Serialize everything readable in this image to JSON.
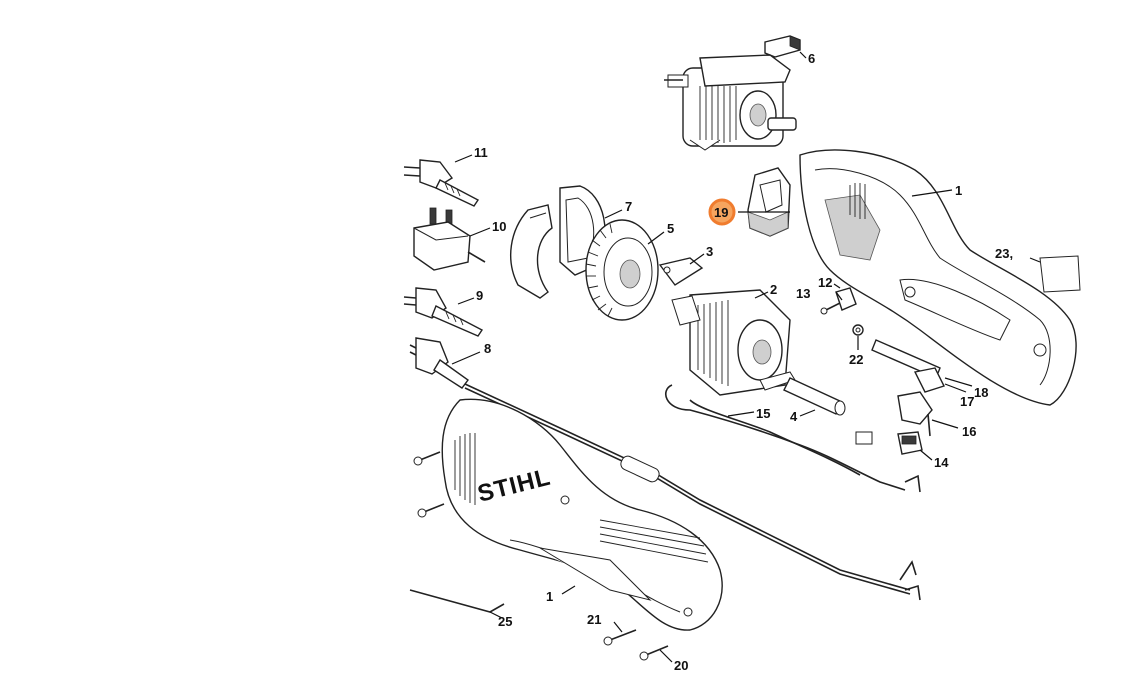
{
  "diagram": {
    "brand_text": "STIHL",
    "highlight_color": "#f07c2e",
    "highlighted_part": "19",
    "parts": [
      {
        "id": "p1a",
        "label": "1",
        "name": "housing-right"
      },
      {
        "id": "p1b",
        "label": "1",
        "name": "housing-left"
      },
      {
        "id": "p2",
        "label": "2",
        "name": "motor-assembly"
      },
      {
        "id": "p3",
        "label": "3",
        "name": "brush-holder-clip"
      },
      {
        "id": "p4",
        "label": "4",
        "name": "armature-sleeve"
      },
      {
        "id": "p5",
        "label": "5",
        "name": "fan-wheel"
      },
      {
        "id": "p6",
        "label": "6",
        "name": "carbon-brush"
      },
      {
        "id": "p7",
        "label": "7",
        "name": "air-guide-plate"
      },
      {
        "id": "p8",
        "label": "8",
        "name": "power-cord-eu"
      },
      {
        "id": "p9",
        "label": "9",
        "name": "plug-eu"
      },
      {
        "id": "p10",
        "label": "10",
        "name": "plug-uk"
      },
      {
        "id": "p11",
        "label": "11",
        "name": "plug-us"
      },
      {
        "id": "p12",
        "label": "12",
        "name": "clamp"
      },
      {
        "id": "p13",
        "label": "13",
        "name": "screw-small"
      },
      {
        "id": "p14",
        "label": "14",
        "name": "rocker-switch"
      },
      {
        "id": "p15",
        "label": "15",
        "name": "wiring-harness"
      },
      {
        "id": "p16",
        "label": "16",
        "name": "trigger-switch"
      },
      {
        "id": "p17",
        "label": "17",
        "name": "lever"
      },
      {
        "id": "p18",
        "label": "18",
        "name": "lock-rod"
      },
      {
        "id": "p19",
        "label": "19",
        "name": "cover-cap"
      },
      {
        "id": "p20",
        "label": "20",
        "name": "screw-a"
      },
      {
        "id": "p21",
        "label": "21",
        "name": "screw-b"
      },
      {
        "id": "p22",
        "label": "22",
        "name": "nut"
      },
      {
        "id": "p23",
        "label": "23,",
        "name": "label-sticker"
      },
      {
        "id": "p25",
        "label": "25",
        "name": "hex-key"
      }
    ]
  }
}
